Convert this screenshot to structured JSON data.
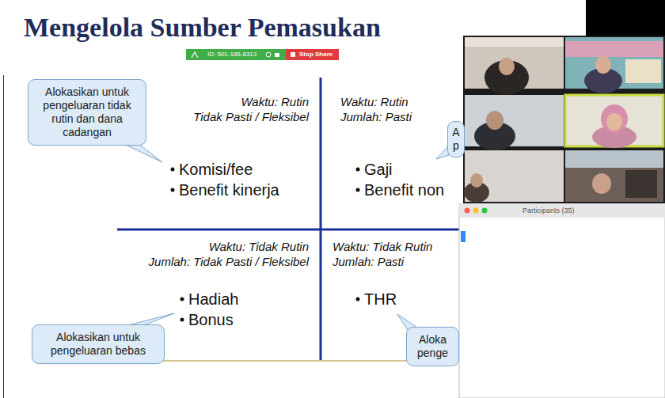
{
  "diagram": {
    "title": "Mengelola Sumber Pemasukan",
    "nodes": [
      {
        "text": [
          "Alokasikan untuk pengeluaran tidak rutin dan dana cadangan"
        ]
      },
      {
        "text": [
          "A p"
        ]
      },
      {
        "text": [
          "Alokasikan untuk pengeluaran bebas"
        ]
      },
      {
        "text": [
          "Aloka penge"
        ]
      }
    ],
    "labels": [
      "ID: 501-185-8313",
      "Stop Share",
      "Waktu: Rutin",
      "Tidak Pasti / Fleksibel",
      "Komisi/fee",
      "Benefit kinerja",
      "Waktu: Rutin",
      "Jumlah: Pasti",
      "Gaji",
      "Benefit non",
      "Waktu: Tidak Rutin",
      "Jumlah: Tidak Pasti / Fleksibel",
      "Hadiah",
      "Bonus",
      "Waktu: Tidak Rutin",
      "Jumlah: Pasti",
      "THR",
      "Participants (35)"
    ]
  }
}
